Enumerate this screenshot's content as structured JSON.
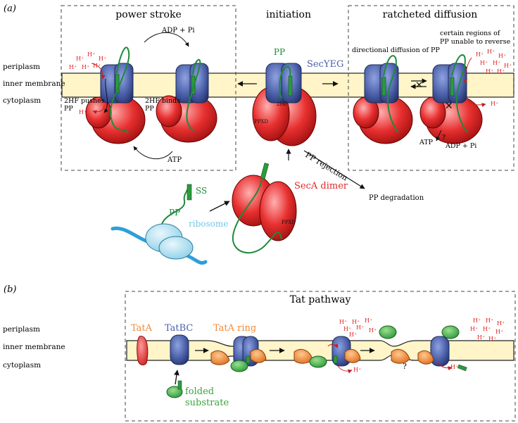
{
  "panel_a": {
    "label": "(a)",
    "sections": {
      "power_stroke": "power stroke",
      "initiation": "initiation",
      "ratcheted_diffusion": "ratcheted diffusion"
    },
    "layers": {
      "periplasm": "periplasm",
      "inner_membrane": "inner membrane",
      "cytoplasm": "cytoplasm"
    },
    "adp_pi_top": "ADP + Pi",
    "atp_bottom": "ATP",
    "hf_pushes": "2HF pushes",
    "hf_pushes_pp": "PP",
    "hf_binds": "2HF binds",
    "hf_binds_pp": "PP",
    "pp": "PP",
    "secyeg": "SecYEG",
    "twohf": "2HF",
    "ppxd": "PPXD",
    "directional_diffusion": "directional diffusion of PP",
    "certain_regions_1": "certain regions of",
    "certain_regions_2": "PP unable to reverse",
    "atp_right": "ATP",
    "question": "?",
    "adp_pi_right": "ADP + Pi",
    "pp_rejection": "PP rejection",
    "pp_degradation": "PP degradation",
    "ss": "SS",
    "pp_ribosome": "PP",
    "ribosome": "ribosome",
    "seca_dimer": "SecA dimer",
    "ppxd_dimer": "PPXD",
    "hplus": "H⁺"
  },
  "panel_b": {
    "label": "(b)",
    "title": "Tat pathway",
    "layers": {
      "periplasm": "periplasm",
      "inner_membrane": "inner membrane",
      "cytoplasm": "cytoplasm"
    },
    "tata": "TatA",
    "tatbc": "TatBC",
    "tata_ring": "TatA ring",
    "folded": "folded",
    "substrate": "substrate",
    "question": "?",
    "hplus": "H⁺"
  },
  "colors": {
    "membrane": "#fff5c8",
    "secyeg": "#4a5fa8",
    "seca": "#e02828",
    "pp": "#1f8a3a",
    "ribosome": "#bfe6f3",
    "mrna": "#2e9fd8",
    "tata": "#f08a3a",
    "hplus": "#e02020"
  }
}
